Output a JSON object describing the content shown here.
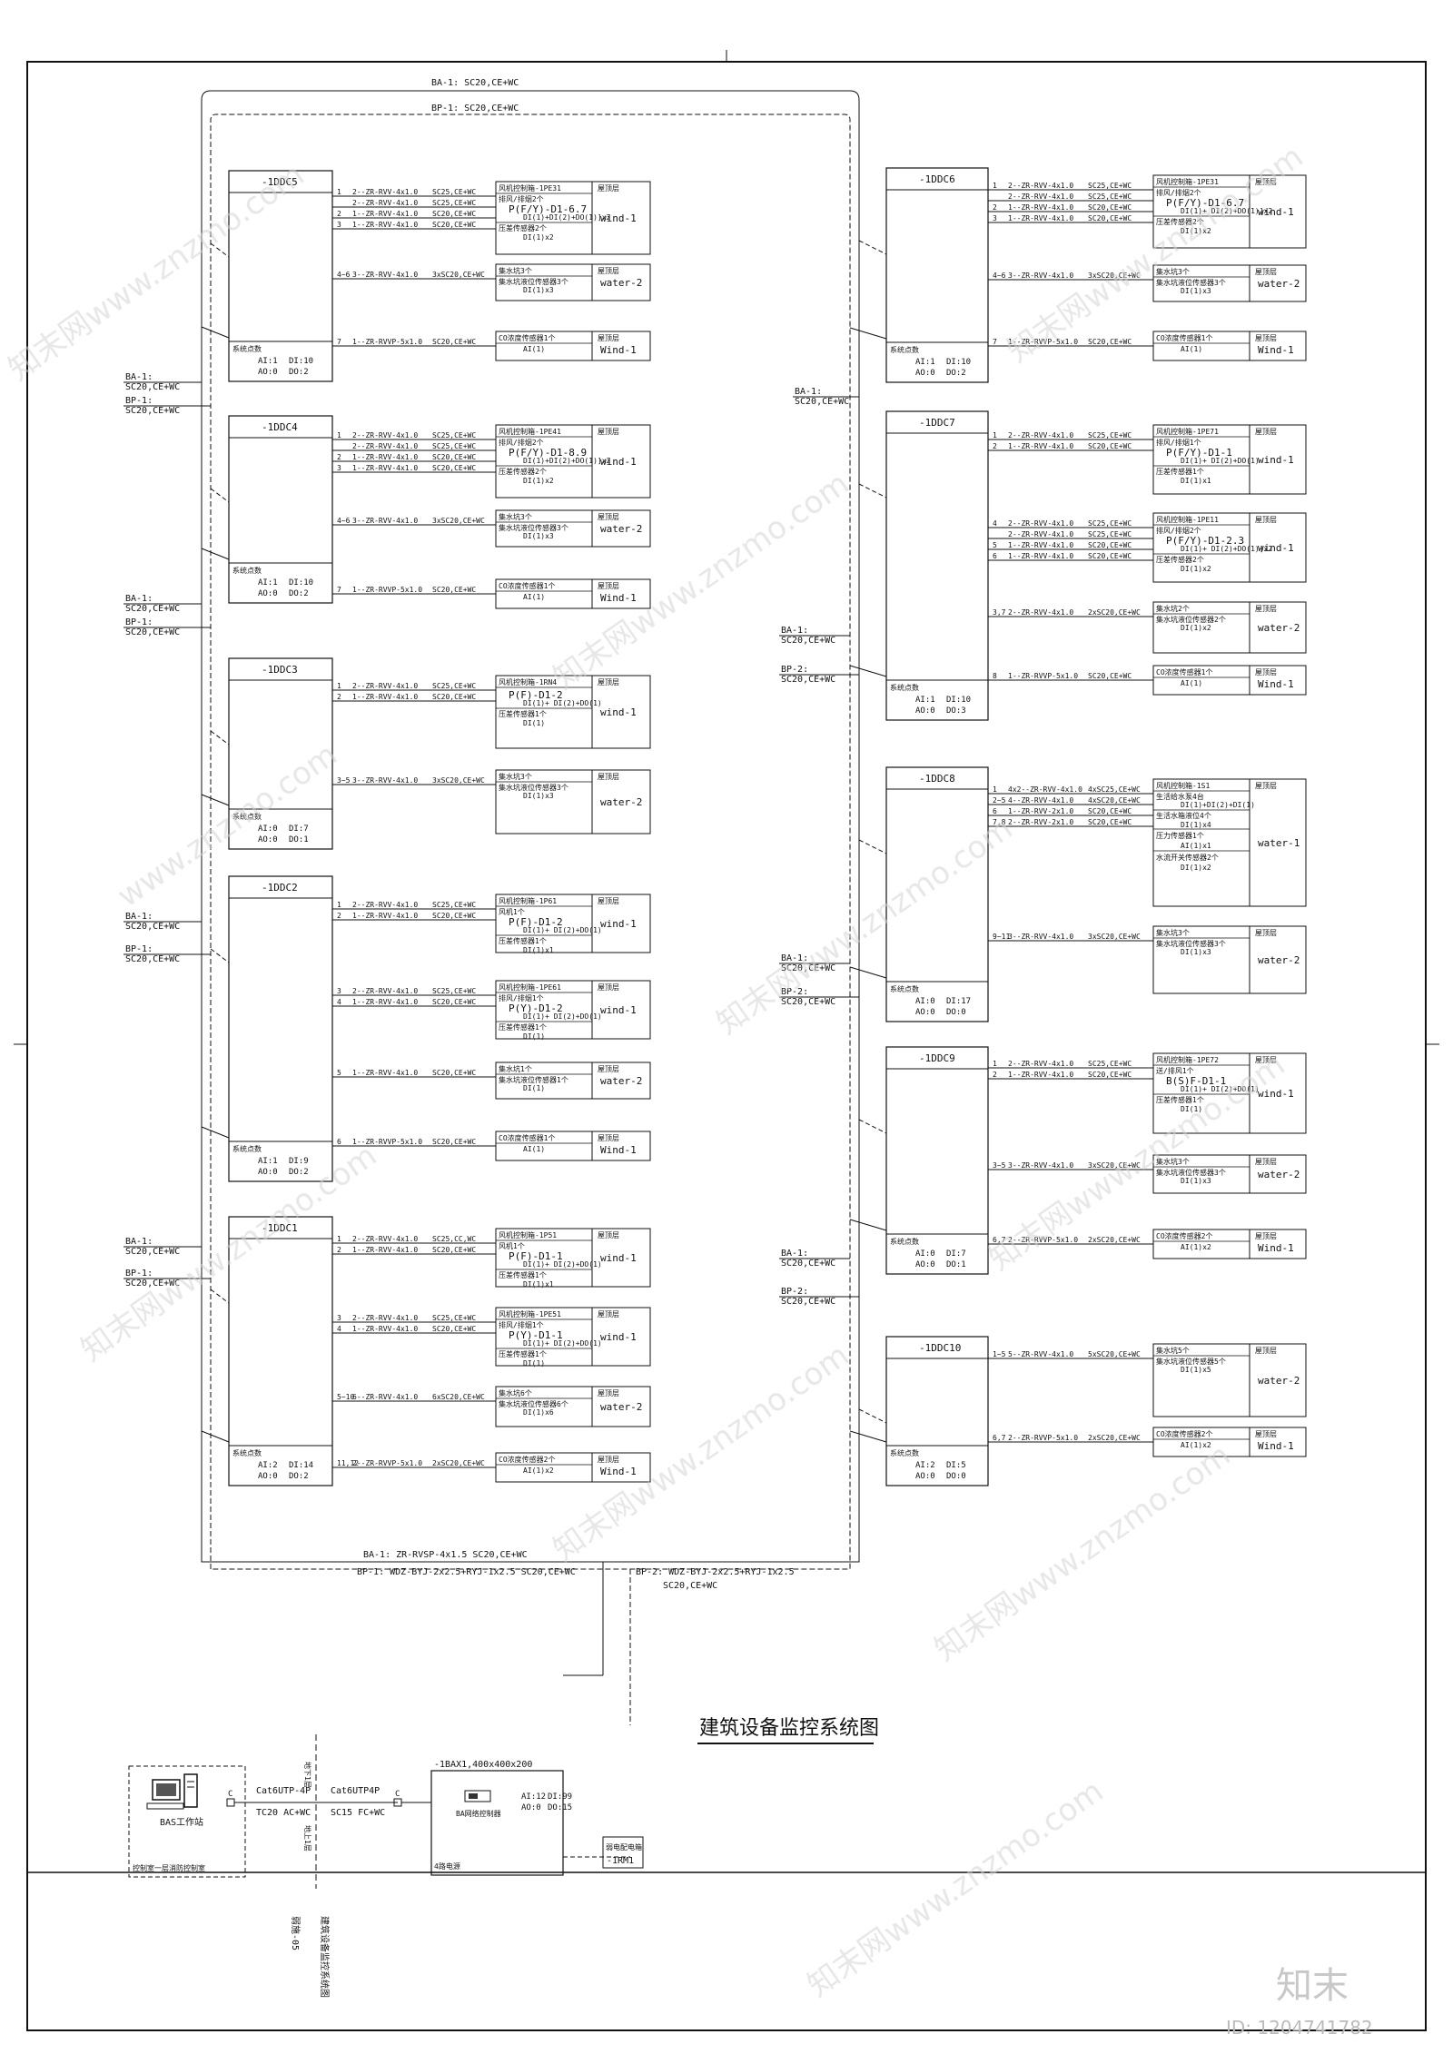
{
  "title": "建筑设备监控系统图",
  "trunks": {
    "ba1_top": "BA-1:  SC20,CE+WC",
    "bp1_top": "BP-1:  SC20,CE+WC",
    "ba1_bottom": "BA-1: ZR-RVSP-4x1.5    SC20,CE+WC",
    "bp1_bottom": "BP-1: WDZ-BYJ-2x2.5+RYJ-1x2.5  SC20,CE+WC",
    "bp2_bottom_1": "BP-2: WDZ-BYJ-2x2.5+RYJ-1x2.5",
    "bp2_bottom_2": "SC20,CE+WC"
  },
  "side_labels": {
    "ba1": "BA-1:",
    "bp1": "BP-1:",
    "bp2": "BP-2:",
    "spec": "SC20,CE+WC"
  },
  "ddc_left": [
    {
      "name": "-1DDC5",
      "pwr": "系统点数",
      "ai": "AI:1",
      "di": "DI:10",
      "ao": "AO:0",
      "do": "DO:2",
      "rows": [
        {
          "n": "1",
          "cable": "2--ZR-RVV-4x1.0",
          "pipe": "SC25,CE+WC"
        },
        {
          "n": "",
          "cable": "2--ZR-RVV-4x1.0",
          "pipe": "SC25,CE+WC"
        },
        {
          "n": "2",
          "cable": "1--ZR-RVV-4x1.0",
          "pipe": "SC20,CE+WC"
        },
        {
          "n": "3",
          "cable": "1--ZR-RVV-4x1.0",
          "pipe": "SC20,CE+WC"
        },
        {
          "n": "4~6",
          "cable": "3--ZR-RVV-4x1.0",
          "pipe": "3xSC20,CE+WC"
        },
        {
          "n": "7",
          "cable": "1--ZR-RVVP-5x1.0",
          "pipe": "SC20,CE+WC"
        }
      ],
      "devs": [
        {
          "head": "风机控制箱-1PE31",
          "l2": "排风/排烟2个",
          "big": "P(F/Y)-D1-6.7",
          "l3": "DI(1)+DI(2)+DO(1)]x2",
          "l4": "压差传感器2个",
          "l5": "DI(1)x2",
          "loc": "屋顶层",
          "name": "wind-1"
        },
        {
          "head": "集水坑3个",
          "l2": "集水坑液位传感器3个",
          "l3": "DI(1)x3",
          "loc": "屋顶层",
          "name": "water-2"
        },
        {
          "head": "CO浓度传感器1个",
          "l3": "AI(1)",
          "loc": "屋顶层",
          "name": "Wind-1"
        }
      ]
    },
    {
      "name": "-1DDC4",
      "pwr": "系统点数",
      "ai": "AI:1",
      "di": "DI:10",
      "ao": "AO:0",
      "do": "DO:2",
      "rows": [
        {
          "n": "1",
          "cable": "2--ZR-RVV-4x1.0",
          "pipe": "SC25,CE+WC"
        },
        {
          "n": "",
          "cable": "2--ZR-RVV-4x1.0",
          "pipe": "SC25,CE+WC"
        },
        {
          "n": "2",
          "cable": "1--ZR-RVV-4x1.0",
          "pipe": "SC20,CE+WC"
        },
        {
          "n": "3",
          "cable": "1--ZR-RVV-4x1.0",
          "pipe": "SC20,CE+WC"
        },
        {
          "n": "4~6",
          "cable": "3--ZR-RVV-4x1.0",
          "pipe": "3xSC20,CE+WC"
        },
        {
          "n": "7",
          "cable": "1--ZR-RVVP-5x1.0",
          "pipe": "SC20,CE+WC"
        }
      ],
      "devs": [
        {
          "head": "风机控制箱-1PE41",
          "l2": "排风/排烟2个",
          "big": "P(F/Y)-D1-8.9",
          "l3": "DI(1)+DI(2)+DO(1)]x2",
          "l4": "压差传感器2个",
          "l5": "DI(1)x2",
          "loc": "屋顶层",
          "name": "wind-1"
        },
        {
          "head": "集水坑3个",
          "l2": "集水坑液位传感器3个",
          "l3": "DI(1)x3",
          "loc": "屋顶层",
          "name": "water-2"
        },
        {
          "head": "CO浓度传感器1个",
          "l3": "AI(1)",
          "loc": "屋顶层",
          "name": "Wind-1"
        }
      ]
    },
    {
      "name": "-1DDC3",
      "pwr": "系统点数",
      "ai": "AI:0",
      "di": "DI:7",
      "ao": "AO:0",
      "do": "DO:1",
      "rows": [
        {
          "n": "1",
          "cable": "2--ZR-RVV-4x1.0",
          "pipe": "SC25,CE+WC"
        },
        {
          "n": "2",
          "cable": "1--ZR-RVV-4x1.0",
          "pipe": "SC20,CE+WC"
        },
        {
          "n": "3~5",
          "cable": "3--ZR-RVV-4x1.0",
          "pipe": "3xSC20,CE+WC"
        }
      ],
      "devs": [
        {
          "head": "风机控制箱-1RN4",
          "l2": "",
          "big": "P(F)-D1-2",
          "l3": "DI(1)+ DI(2)+DO(1)",
          "l4": "压差传感器1个",
          "l5": "DI(1)",
          "loc": "屋顶层",
          "name": "wind-1"
        },
        {
          "head": "集水坑3个",
          "l2": "集水坑液位传感器3个",
          "l3": "DI(1)x3",
          "loc": "屋顶层",
          "name": "water-2"
        }
      ]
    },
    {
      "name": "-1DDC2",
      "pwr": "系统点数",
      "ai": "AI:1",
      "di": "DI:9",
      "ao": "AO:0",
      "do": "DO:2",
      "rows": [
        {
          "n": "1",
          "cable": "2--ZR-RVV-4x1.0",
          "pipe": "SC25,CE+WC"
        },
        {
          "n": "2",
          "cable": "1--ZR-RVV-4x1.0",
          "pipe": "SC20,CE+WC"
        },
        {
          "n": "3",
          "cable": "2--ZR-RVV-4x1.0",
          "pipe": "SC25,CE+WC"
        },
        {
          "n": "4",
          "cable": "1--ZR-RVV-4x1.0",
          "pipe": "SC20,CE+WC"
        },
        {
          "n": "5",
          "cable": "1--ZR-RVV-4x1.0",
          "pipe": "SC20,CE+WC"
        },
        {
          "n": "6",
          "cable": "1--ZR-RVVP-5x1.0",
          "pipe": "SC20,CE+WC"
        }
      ],
      "devs": [
        {
          "head": "风机控制箱-1P61",
          "l2": "风机1个",
          "big": "P(F)-D1-2",
          "l3": "DI(1)+ DI(2)+DO(1)",
          "l4": "压差传感器1个",
          "l5": "DI(1)x1",
          "loc": "屋顶层",
          "name": "wind-1"
        },
        {
          "head": "风机控制箱-1PE61",
          "l2": "排风/排烟1个",
          "big": "P(Y)-D1-2",
          "l3": "DI(1)+ DI(2)+DO(1)",
          "l4": "压差传感器1个",
          "l5": "DI(1)",
          "loc": "屋顶层",
          "name": "wind-1"
        },
        {
          "head": "集水坑1个",
          "l2": "集水坑液位传感器1个",
          "l3": "DI(1)",
          "loc": "屋顶层",
          "name": "water-2"
        },
        {
          "head": "CO浓度传感器1个",
          "l3": "AI(1)",
          "loc": "屋顶层",
          "name": "Wind-1"
        }
      ]
    },
    {
      "name": "-1DDC1",
      "pwr": "系统点数",
      "ai": "AI:2",
      "di": "DI:14",
      "ao": "AO:0",
      "do": "DO:2",
      "rows": [
        {
          "n": "1",
          "cable": "2--ZR-RVV-4x1.0",
          "pipe": "SC25,CC,WC"
        },
        {
          "n": "2",
          "cable": "1--ZR-RVV-4x1.0",
          "pipe": "SC20,CE+WC"
        },
        {
          "n": "3",
          "cable": "2--ZR-RVV-4x1.0",
          "pipe": "SC25,CE+WC"
        },
        {
          "n": "4",
          "cable": "1--ZR-RVV-4x1.0",
          "pipe": "SC20,CE+WC"
        },
        {
          "n": "5~10",
          "cable": "6--ZR-RVV-4x1.0",
          "pipe": "6xSC20,CE+WC"
        },
        {
          "n": "11,12",
          "cable": "2--ZR-RVVP-5x1.0",
          "pipe": "2xSC20,CE+WC"
        }
      ],
      "devs": [
        {
          "head": "风机控制箱-1P51",
          "l2": "风机1个",
          "big": "P(F)-D1-1",
          "l3": "DI(1)+ DI(2)+DO(1)",
          "l4": "压差传感器1个",
          "l5": "DI(1)x1",
          "loc": "屋顶层",
          "name": "wind-1"
        },
        {
          "head": "风机控制箱-1PE51",
          "l2": "排风/排烟1个",
          "big": "P(Y)-D1-1",
          "l3": "DI(1)+ DI(2)+DO(1)",
          "l4": "压差传感器1个",
          "l5": "DI(1)",
          "loc": "屋顶层",
          "name": "wind-1"
        },
        {
          "head": "集水坑6个",
          "l2": "集水坑液位传感器6个",
          "l3": "DI(1)x6",
          "loc": "屋顶层",
          "name": "water-2"
        },
        {
          "head": "CO浓度传感器2个",
          "l3": "AI(1)x2",
          "loc": "屋顶层",
          "name": "Wind-1"
        }
      ]
    }
  ],
  "ddc_right": [
    {
      "name": "-1DDC6",
      "pwr": "系统点数",
      "ai": "AI:1",
      "di": "DI:10",
      "ao": "AO:0",
      "do": "DO:2",
      "rows": [
        {
          "n": "1",
          "cable": "2--ZR-RVV-4x1.0",
          "pipe": "SC25,CE+WC"
        },
        {
          "n": "",
          "cable": "2--ZR-RVV-4x1.0",
          "pipe": "SC25,CE+WC"
        },
        {
          "n": "2",
          "cable": "1--ZR-RVV-4x1.0",
          "pipe": "SC20,CE+WC"
        },
        {
          "n": "3",
          "cable": "1--ZR-RVV-4x1.0",
          "pipe": "SC20,CE+WC"
        },
        {
          "n": "4~6",
          "cable": "3--ZR-RVV-4x1.0",
          "pipe": "3xSC20,CE+WC"
        },
        {
          "n": "7",
          "cable": "1--ZR-RVVP-5x1.0",
          "pipe": "SC20,CE+WC"
        }
      ],
      "devs": [
        {
          "head": "风机控制箱-1PE31",
          "l2": "排风/排烟2个",
          "big": "P(F/Y)-D1-6.7",
          "l3": "DI(1)+ DI(2)+DO(1)]x2",
          "l4": "压差传感器2个",
          "l5": "DI(1)x2",
          "loc": "屋顶层",
          "name": "wind-1"
        },
        {
          "head": "集水坑3个",
          "l2": "集水坑液位传感器3个",
          "l3": "DI(1)x3",
          "loc": "屋顶层",
          "name": "water-2"
        },
        {
          "head": "CO浓度传感器1个",
          "l3": "AI(1)",
          "loc": "屋顶层",
          "name": "Wind-1"
        }
      ]
    },
    {
      "name": "-1DDC7",
      "pwr": "系统点数",
      "ai": "AI:1",
      "di": "DI:10",
      "ao": "AO:0",
      "do": "DO:3",
      "rows": [
        {
          "n": "1",
          "cable": "2--ZR-RVV-4x1.0",
          "pipe": "SC25,CE+WC"
        },
        {
          "n": "2",
          "cable": "1--ZR-RVV-4x1.0",
          "pipe": "SC20,CE+WC"
        },
        {
          "n": "4",
          "cable": "2--ZR-RVV-4x1.0",
          "pipe": "SC25,CE+WC"
        },
        {
          "n": "",
          "cable": "2--ZR-RVV-4x1.0",
          "pipe": "SC25,CE+WC"
        },
        {
          "n": "5",
          "cable": "1--ZR-RVV-4x1.0",
          "pipe": "SC20,CE+WC"
        },
        {
          "n": "6",
          "cable": "1--ZR-RVV-4x1.0",
          "pipe": "SC20,CE+WC"
        },
        {
          "n": "3,7",
          "cable": "2--ZR-RVV-4x1.0",
          "pipe": "2xSC20,CE+WC"
        },
        {
          "n": "8",
          "cable": "1--ZR-RVVP-5x1.0",
          "pipe": "SC20,CE+WC"
        }
      ],
      "devs": [
        {
          "head": "风机控制箱-1PE71",
          "l2": "排风/排烟1个",
          "big": "P(F/Y)-D1-1",
          "l3": "DI(1)+ DI(2)+DO(1)",
          "l4": "压差传感器1个",
          "l5": "DI(1)x1",
          "loc": "屋顶层",
          "name": "wind-1"
        },
        {
          "head": "风机控制箱-1PE11",
          "l2": "排风/排烟2个",
          "big": "P(F/Y)-D1-2.3",
          "l3": "DI(1)+ DI(2)+DO(1)]x2",
          "l4": "压差传感器2个",
          "l5": "DI(1)x2",
          "loc": "屋顶层",
          "name": "wind-1"
        },
        {
          "head": "集水坑2个",
          "l2": "集水坑液位传感器2个",
          "l3": "DI(1)x2",
          "loc": "屋顶层",
          "name": "water-2"
        },
        {
          "head": "CO浓度传感器1个",
          "l3": "AI(1)",
          "loc": "屋顶层",
          "name": "Wind-1"
        }
      ]
    },
    {
      "name": "-1DDC8",
      "pwr": "系统点数",
      "ai": "AI:0",
      "di": "DI:17",
      "ao": "AO:0",
      "do": "DO:0",
      "rows": [
        {
          "n": "1",
          "cable": "4x2--ZR-RVV-4x1.0",
          "pipe": "4xSC25,CE+WC"
        },
        {
          "n": "2~5",
          "cable": "4--ZR-RVV-4x1.0",
          "pipe": "4xSC20,CE+WC"
        },
        {
          "n": "6",
          "cable": "1--ZR-RVV-2x1.0",
          "pipe": "SC20,CE+WC"
        },
        {
          "n": "7,8",
          "cable": "2--ZR-RVV-2x1.0",
          "pipe": "SC20,CE+WC"
        },
        {
          "n": "9~11",
          "cable": "3--ZR-RVV-4x1.0",
          "pipe": "3xSC20,CE+WC"
        }
      ],
      "devs": [
        {
          "head": "风机控制箱-1S1",
          "l2": "生活给水泵4台",
          "l3": "DI(1)+DI(2)+DI(1)",
          "l4": "生活水箱液位4个",
          "l5": "DI(1)x4",
          "l6": "压力传感器1个",
          "l7": "AI(1)x1",
          "l8": "水流开关传感器2个",
          "l9": "DI(1)x2",
          "loc": "屋顶层",
          "name": "water-1"
        },
        {
          "head": "集水坑3个",
          "l2": "集水坑液位传感器3个",
          "l3": "DI(1)x3",
          "loc": "屋顶层",
          "name": "water-2"
        }
      ]
    },
    {
      "name": "-1DDC9",
      "pwr": "系统点数",
      "ai": "AI:0",
      "di": "DI:7",
      "ao": "AO:0",
      "do": "DO:1",
      "rows": [
        {
          "n": "1",
          "cable": "2--ZR-RVV-4x1.0",
          "pipe": "SC25,CE+WC"
        },
        {
          "n": "2",
          "cable": "1--ZR-RVV-4x1.0",
          "pipe": "SC20,CE+WC"
        },
        {
          "n": "3~5",
          "cable": "3--ZR-RVV-4x1.0",
          "pipe": "3xSC20,CE+WC"
        },
        {
          "n": "6,7",
          "cable": "2--ZR-RVVP-5x1.0",
          "pipe": "2xSC20,CE+WC"
        }
      ],
      "devs": [
        {
          "head": "风机控制箱-1PE72",
          "l2": "送/排风1个",
          "big": "B(S)F-D1-1",
          "l3": "DI(1)+ DI(2)+DO(1)",
          "l4": "压差传感器1个",
          "l5": "DI(1)",
          "loc": "屋顶层",
          "name": "wind-1"
        },
        {
          "head": "集水坑3个",
          "l2": "集水坑液位传感器3个",
          "l3": "DI(1)x3",
          "loc": "屋顶层",
          "name": "water-2"
        },
        {
          "head": "CO浓度传感器2个",
          "l3": "AI(1)x2",
          "loc": "屋顶层",
          "name": "Wind-1"
        }
      ]
    },
    {
      "name": "-1DDC10",
      "pwr": "系统点数",
      "ai": "AI:2",
      "di": "DI:5",
      "ao": "AO:0",
      "do": "DO:0",
      "rows": [
        {
          "n": "1~5",
          "cable": "5--ZR-RVV-4x1.0",
          "pipe": "5xSC20,CE+WC"
        },
        {
          "n": "6,7",
          "cable": "2--ZR-RVVP-5x1.0",
          "pipe": "2xSC20,CE+WC"
        }
      ],
      "devs": [
        {
          "head": "集水坑5个",
          "l2": "集水坑液位传感器5个",
          "l3": "DI(1)x5",
          "loc": "屋顶层",
          "name": "water-2"
        },
        {
          "head": "CO浓度传感器2个",
          "l3": "AI(1)x2",
          "loc": "屋顶层",
          "name": "Wind-1"
        }
      ]
    }
  ],
  "bottom": {
    "workstation": "BAS工作站",
    "room": "控制室一层消防控制室",
    "c1": "C",
    "c2": "C",
    "cable1_a": "Cat6UTP-4P",
    "cable1_b": "TC20 AC+WC",
    "cable2_a": "Cat6UTP4P",
    "cable2_b": "SC15 FC+WC",
    "mark_a": "地下1层",
    "mark_b": "地上1层",
    "bax_title": "-1BAX1,400x400x200",
    "bax_ai": "AI:12",
    "bax_di": "DI:99",
    "bax_ao": "AO:0",
    "bax_do": "DO:15",
    "bax_ctrl": "BA网络控制器",
    "bax_pwr": "4路电源",
    "rm_head": "弱电配电箱",
    "rm_name": "-1RM1"
  },
  "titleblock": {
    "v1": "建筑设备监控系统图",
    "v2": "弱施-05"
  },
  "watermarks": {
    "brand": "知末网www.znzmo.com",
    "site": "www.znzmo.com",
    "logo": "知末",
    "id": "ID: 1204741782"
  }
}
